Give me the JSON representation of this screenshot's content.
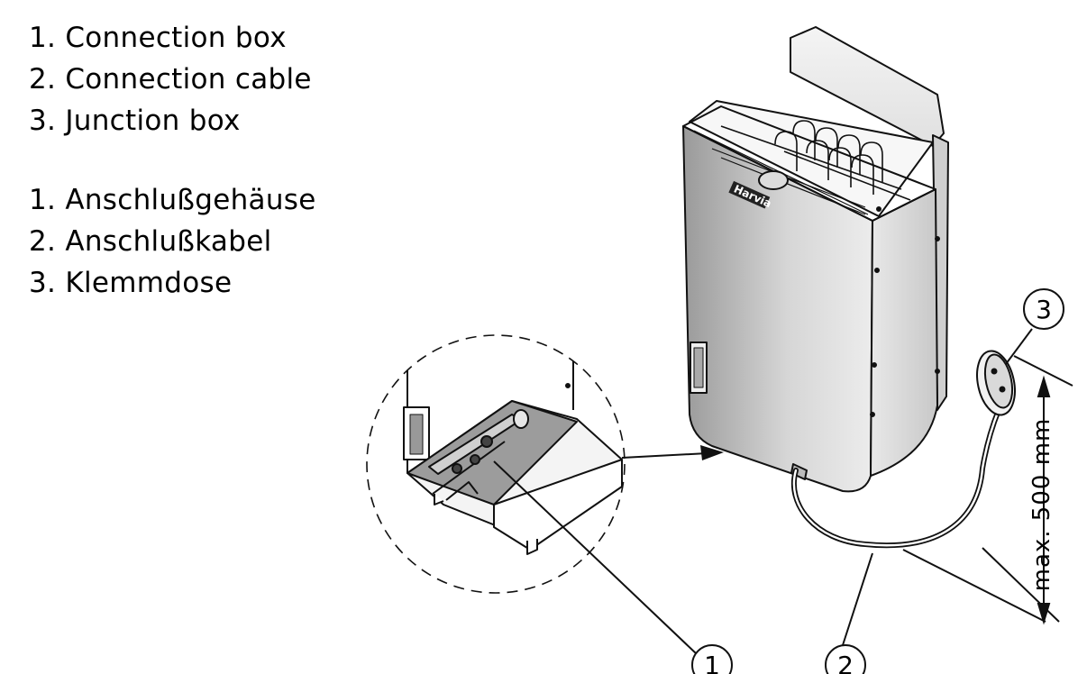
{
  "legend_en": [
    {
      "num": "1.",
      "label": "Connection box"
    },
    {
      "num": "2.",
      "label": "Connection cable"
    },
    {
      "num": "3.",
      "label": "Junction box"
    }
  ],
  "legend_de": [
    {
      "num": "1.",
      "label": "Anschlußgehäuse"
    },
    {
      "num": "2.",
      "label": "Anschlußkabel"
    },
    {
      "num": "3.",
      "label": "Klemmdose"
    }
  ],
  "callouts": {
    "c1": "1",
    "c2": "2",
    "c3": "3"
  },
  "dimension_label": "max. 500 mm",
  "brand_label": "Harvia"
}
